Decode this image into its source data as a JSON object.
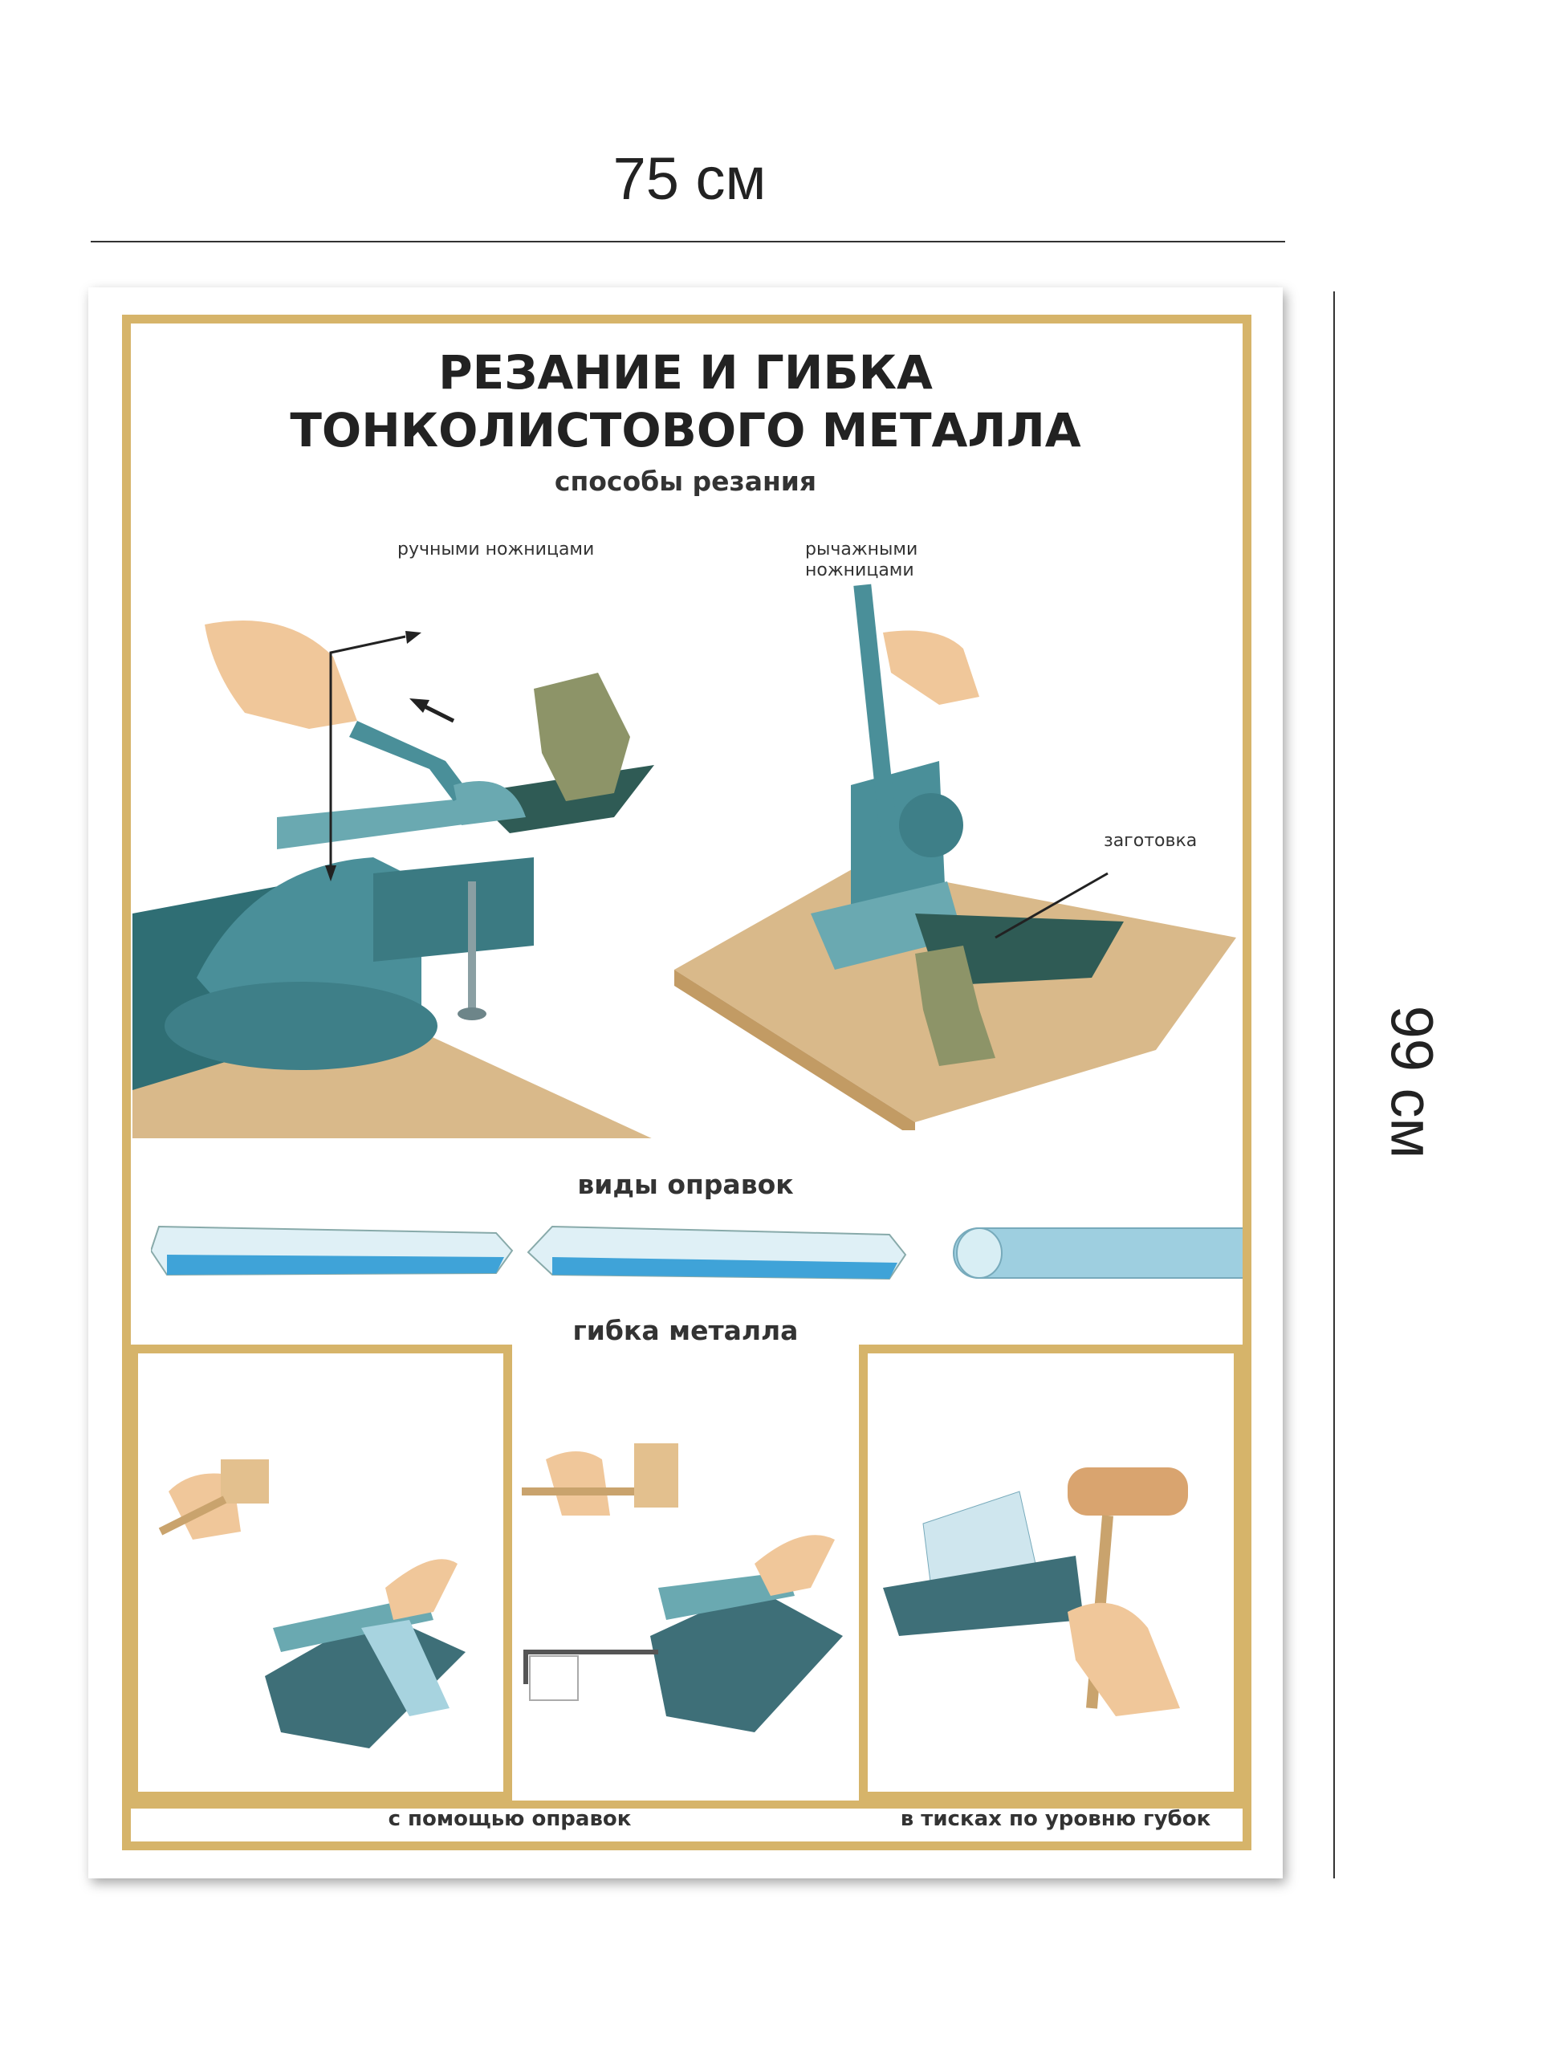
{
  "dimensions": {
    "width_label": "75 см",
    "height_label": "99 см"
  },
  "poster": {
    "title_line1": "РЕЗАНИЕ И ГИБКА",
    "title_line2": "ТОНКОЛИСТОВОГО МЕТАЛЛА",
    "section_cutting": "способы резания",
    "label_hand_shears": "ручными ножницами",
    "label_lever_shears_1": "рычажными",
    "label_lever_shears_2": "ножницами",
    "label_workpiece": "заготовка",
    "section_mandrels": "виды оправок",
    "section_bending": "гибка металла",
    "caption_mandrels": "с помощью оправок",
    "caption_vise": "в тисках по уровню губок"
  },
  "colors": {
    "frame": "#d6b46a",
    "steel": "#4a8f99",
    "wood": "#d9b98a",
    "glove": "#8d9468",
    "skin": "#f0c79a",
    "rod": "#3fa3d8"
  }
}
